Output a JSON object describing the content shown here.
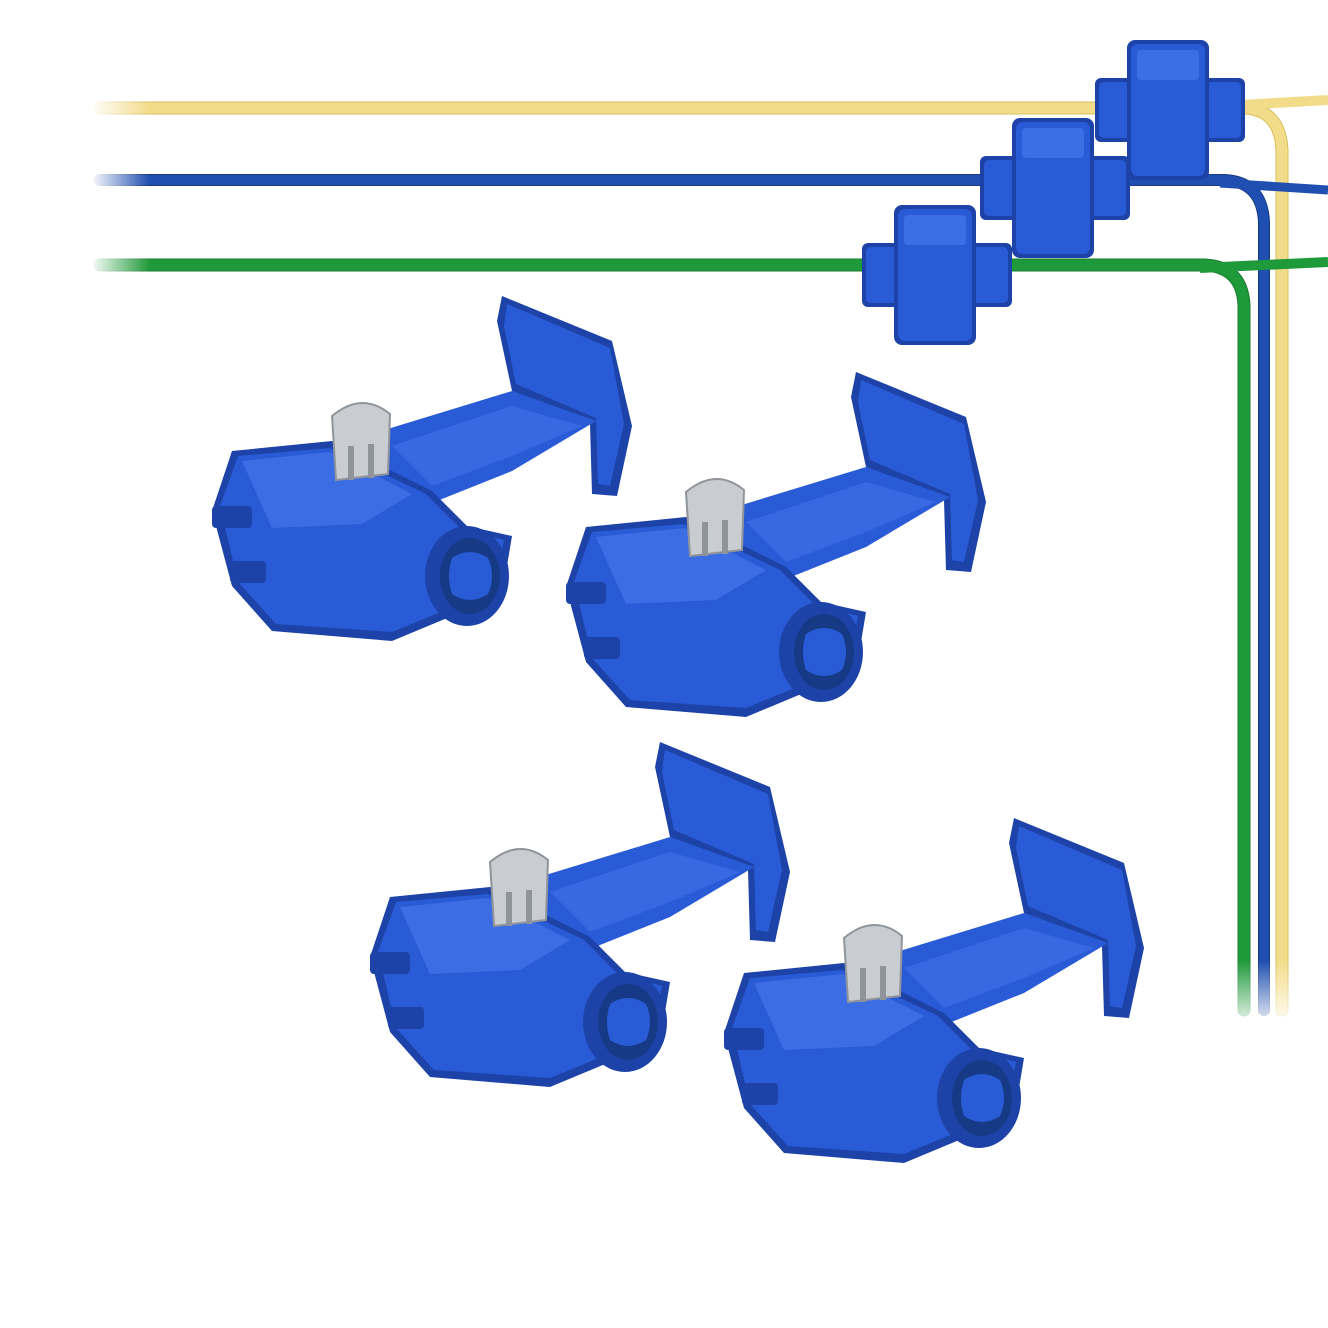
{
  "scene": {
    "background": "#ffffff",
    "wires": [
      {
        "name": "yellow-wire",
        "color": "#f2dc8a",
        "shade": "#d9bf5c"
      },
      {
        "name": "blue-wire",
        "color": "#1f4fb0",
        "shade": "#163a85"
      },
      {
        "name": "green-wire",
        "color": "#1f9a3a",
        "shade": "#167a2c"
      }
    ],
    "connector": {
      "body_color": "#2a5bd7",
      "body_dark": "#1d43a8",
      "body_light": "#4a7bef",
      "blade_color": "#c9ccd0",
      "blade_shade": "#8f949a"
    },
    "loose_connector_count": 4,
    "mounted_connector_count": 3
  }
}
